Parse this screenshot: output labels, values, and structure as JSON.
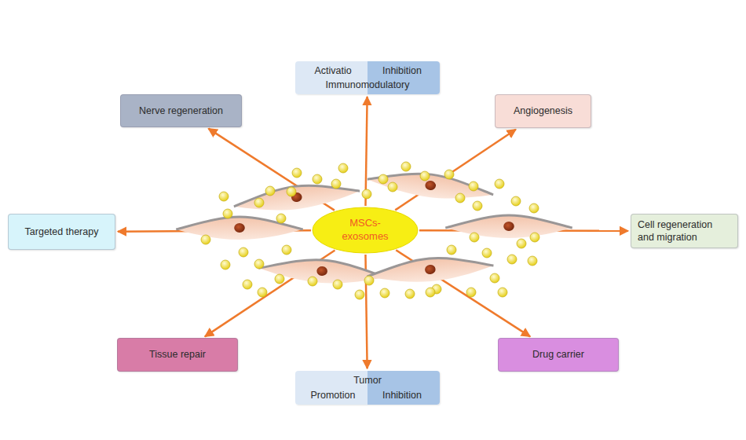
{
  "diagram": {
    "nodes": [
      {
        "text": [
          "Nerve regeneration"
        ]
      },
      {
        "text": [
          "Activatio",
          "Inhibition",
          "Immunomodulatory"
        ]
      },
      {
        "text": [
          "Angiogenesis"
        ]
      },
      {
        "text": [
          "Targeted therapy"
        ]
      },
      {
        "text": [
          "MSCs- exosomes"
        ]
      },
      {
        "text": [
          "Cell regeneration and migration"
        ]
      },
      {
        "text": [
          "Tissue repair"
        ]
      },
      {
        "text": [
          "Tumor",
          "Promotion",
          "Inhibition"
        ]
      },
      {
        "text": [
          "Drug carrier"
        ]
      }
    ],
    "edges": [
      {
        "from": 4,
        "to": 0,
        "arrow": "to"
      },
      {
        "from": 4,
        "to": 1,
        "arrow": "to"
      },
      {
        "from": 4,
        "to": 2,
        "arrow": "to"
      },
      {
        "from": 4,
        "to": 3,
        "arrow": "to"
      },
      {
        "from": 4,
        "to": 5,
        "arrow": "to"
      },
      {
        "from": 4,
        "to": 6,
        "arrow": "to"
      },
      {
        "from": 4,
        "to": 7,
        "arrow": "to"
      },
      {
        "from": 4,
        "to": 8,
        "arrow": "to"
      }
    ]
  }
}
